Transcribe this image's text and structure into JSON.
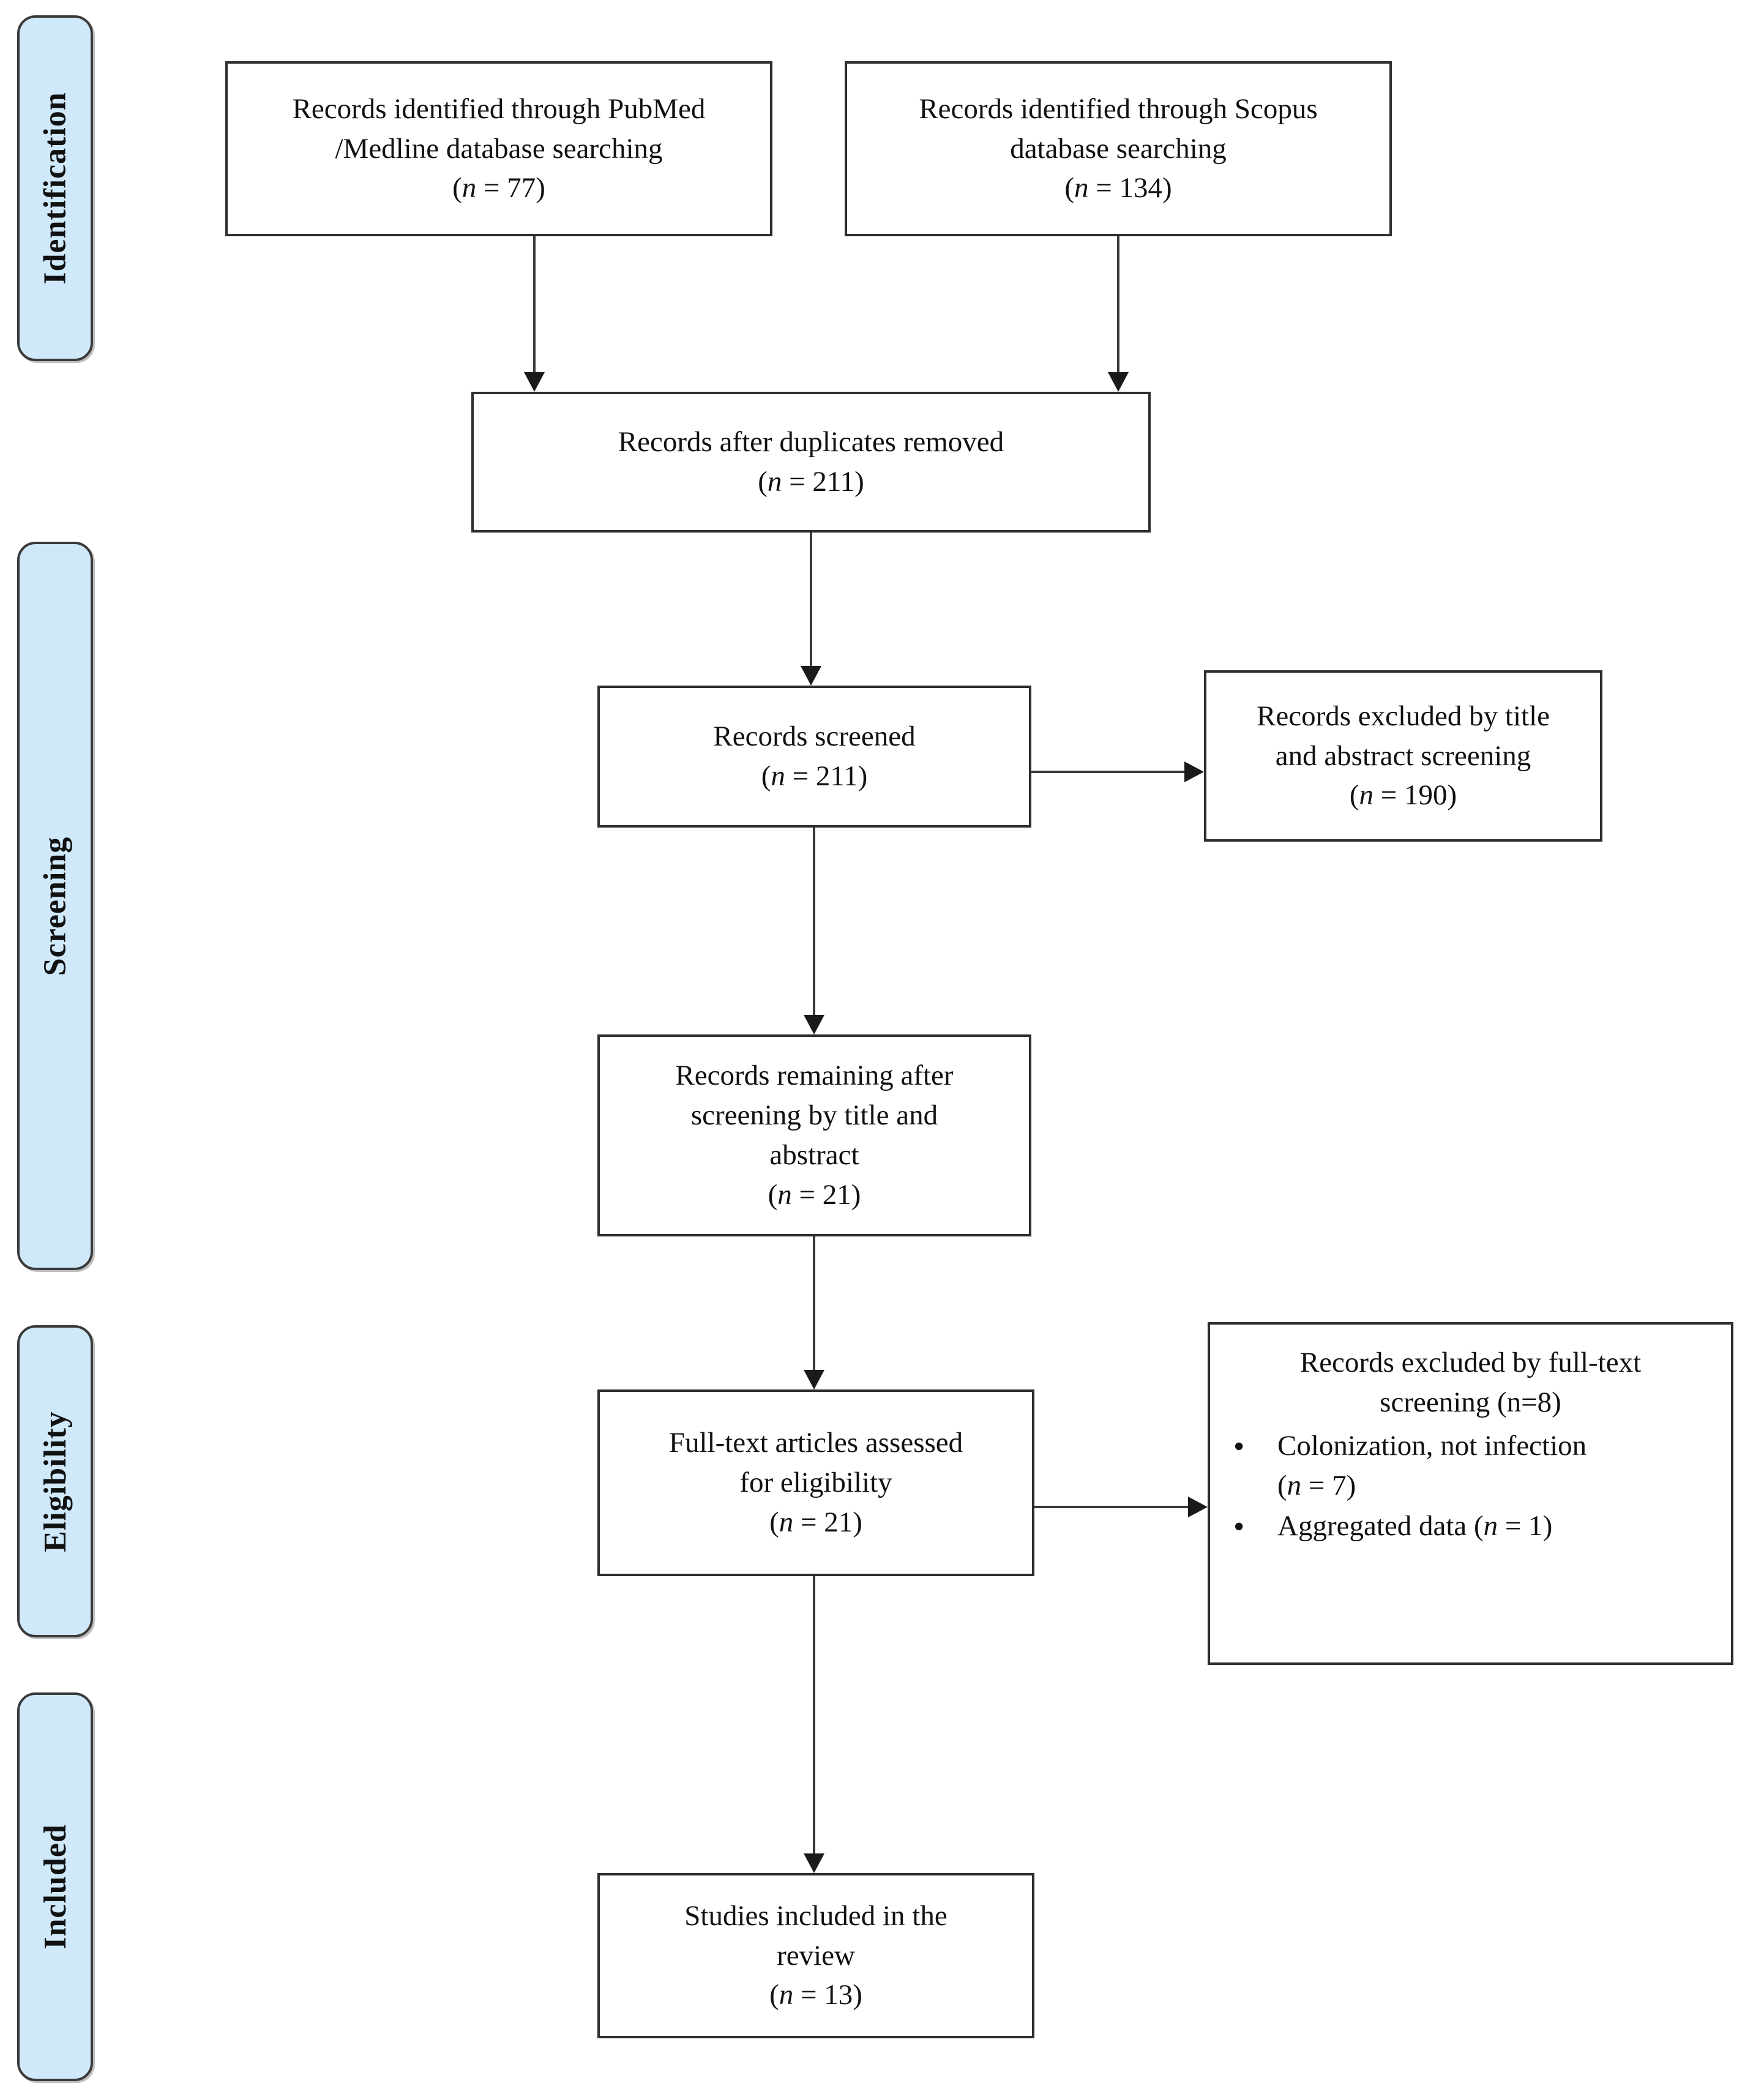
{
  "diagram_type": "prisma-flowchart",
  "colors": {
    "stage_fill": "#cfe9fb",
    "stage_border": "#3a3a3a",
    "box_border": "#2e2e2e",
    "arrow": "#1a1a1a",
    "text": "#111111",
    "background": "#ffffff"
  },
  "stages": [
    {
      "id": "identification",
      "label": "Identification"
    },
    {
      "id": "screening",
      "label": "Screening"
    },
    {
      "id": "eligibility",
      "label": "Eligibility"
    },
    {
      "id": "included",
      "label": "Included"
    }
  ],
  "boxes": {
    "pubmed": {
      "lines": [
        [
          {
            "t": "Records identified through PubMed"
          }
        ],
        [
          {
            "t": "/Medline database searching"
          }
        ],
        [
          {
            "t": "("
          },
          {
            "t": "n",
            "i": true
          },
          {
            "t": " = 77)"
          }
        ]
      ]
    },
    "scopus": {
      "lines": [
        [
          {
            "t": "Records identified through Scopus"
          }
        ],
        [
          {
            "t": "database searching"
          }
        ],
        [
          {
            "t": "("
          },
          {
            "t": "n",
            "i": true
          },
          {
            "t": " = 134)"
          }
        ]
      ]
    },
    "duplicates": {
      "lines": [
        [
          {
            "t": "Records after duplicates removed"
          }
        ],
        [
          {
            "t": "("
          },
          {
            "t": "n",
            "i": true
          },
          {
            "t": " = 211)"
          }
        ]
      ]
    },
    "screened": {
      "lines": [
        [
          {
            "t": "Records screened"
          }
        ],
        [
          {
            "t": "("
          },
          {
            "t": "n",
            "i": true
          },
          {
            "t": " = 211)"
          }
        ]
      ]
    },
    "excluded_title": {
      "lines": [
        [
          {
            "t": "Records excluded by title"
          }
        ],
        [
          {
            "t": "and abstract screening"
          }
        ],
        [
          {
            "t": "("
          },
          {
            "t": "n",
            "i": true
          },
          {
            "t": " = 190)"
          }
        ]
      ]
    },
    "remaining": {
      "lines": [
        [
          {
            "t": "Records remaining after"
          }
        ],
        [
          {
            "t": "screening by title and"
          }
        ],
        [
          {
            "t": "abstract"
          }
        ],
        [
          {
            "t": "("
          },
          {
            "t": "n",
            "i": true
          },
          {
            "t": " = 21)"
          }
        ]
      ]
    },
    "fulltext": {
      "lines": [
        [
          {
            "t": "Full-text articles assessed"
          }
        ],
        [
          {
            "t": "for eligibility"
          }
        ],
        [
          {
            "t": "("
          },
          {
            "t": "n",
            "i": true
          },
          {
            "t": " = 21)"
          }
        ]
      ]
    },
    "excluded_fulltext": {
      "lines": [
        [
          {
            "t": "Records excluded by full-text"
          }
        ],
        [
          {
            "t": "screening (n=8)"
          }
        ]
      ],
      "bullets": [
        [
          [
            {
              "t": "Colonization, not infection"
            }
          ],
          [
            {
              "t": "("
            },
            {
              "t": "n",
              "i": true
            },
            {
              "t": " = 7)"
            }
          ]
        ],
        [
          [
            {
              "t": "Aggregated data ("
            },
            {
              "t": "n",
              "i": true
            },
            {
              "t": " = 1)"
            }
          ]
        ]
      ]
    },
    "included_studies": {
      "lines": [
        [
          {
            "t": "Studies included in the"
          }
        ],
        [
          {
            "t": "review"
          }
        ],
        [
          {
            "t": "("
          },
          {
            "t": "n",
            "i": true
          },
          {
            "t": " = 13)"
          }
        ]
      ]
    }
  }
}
